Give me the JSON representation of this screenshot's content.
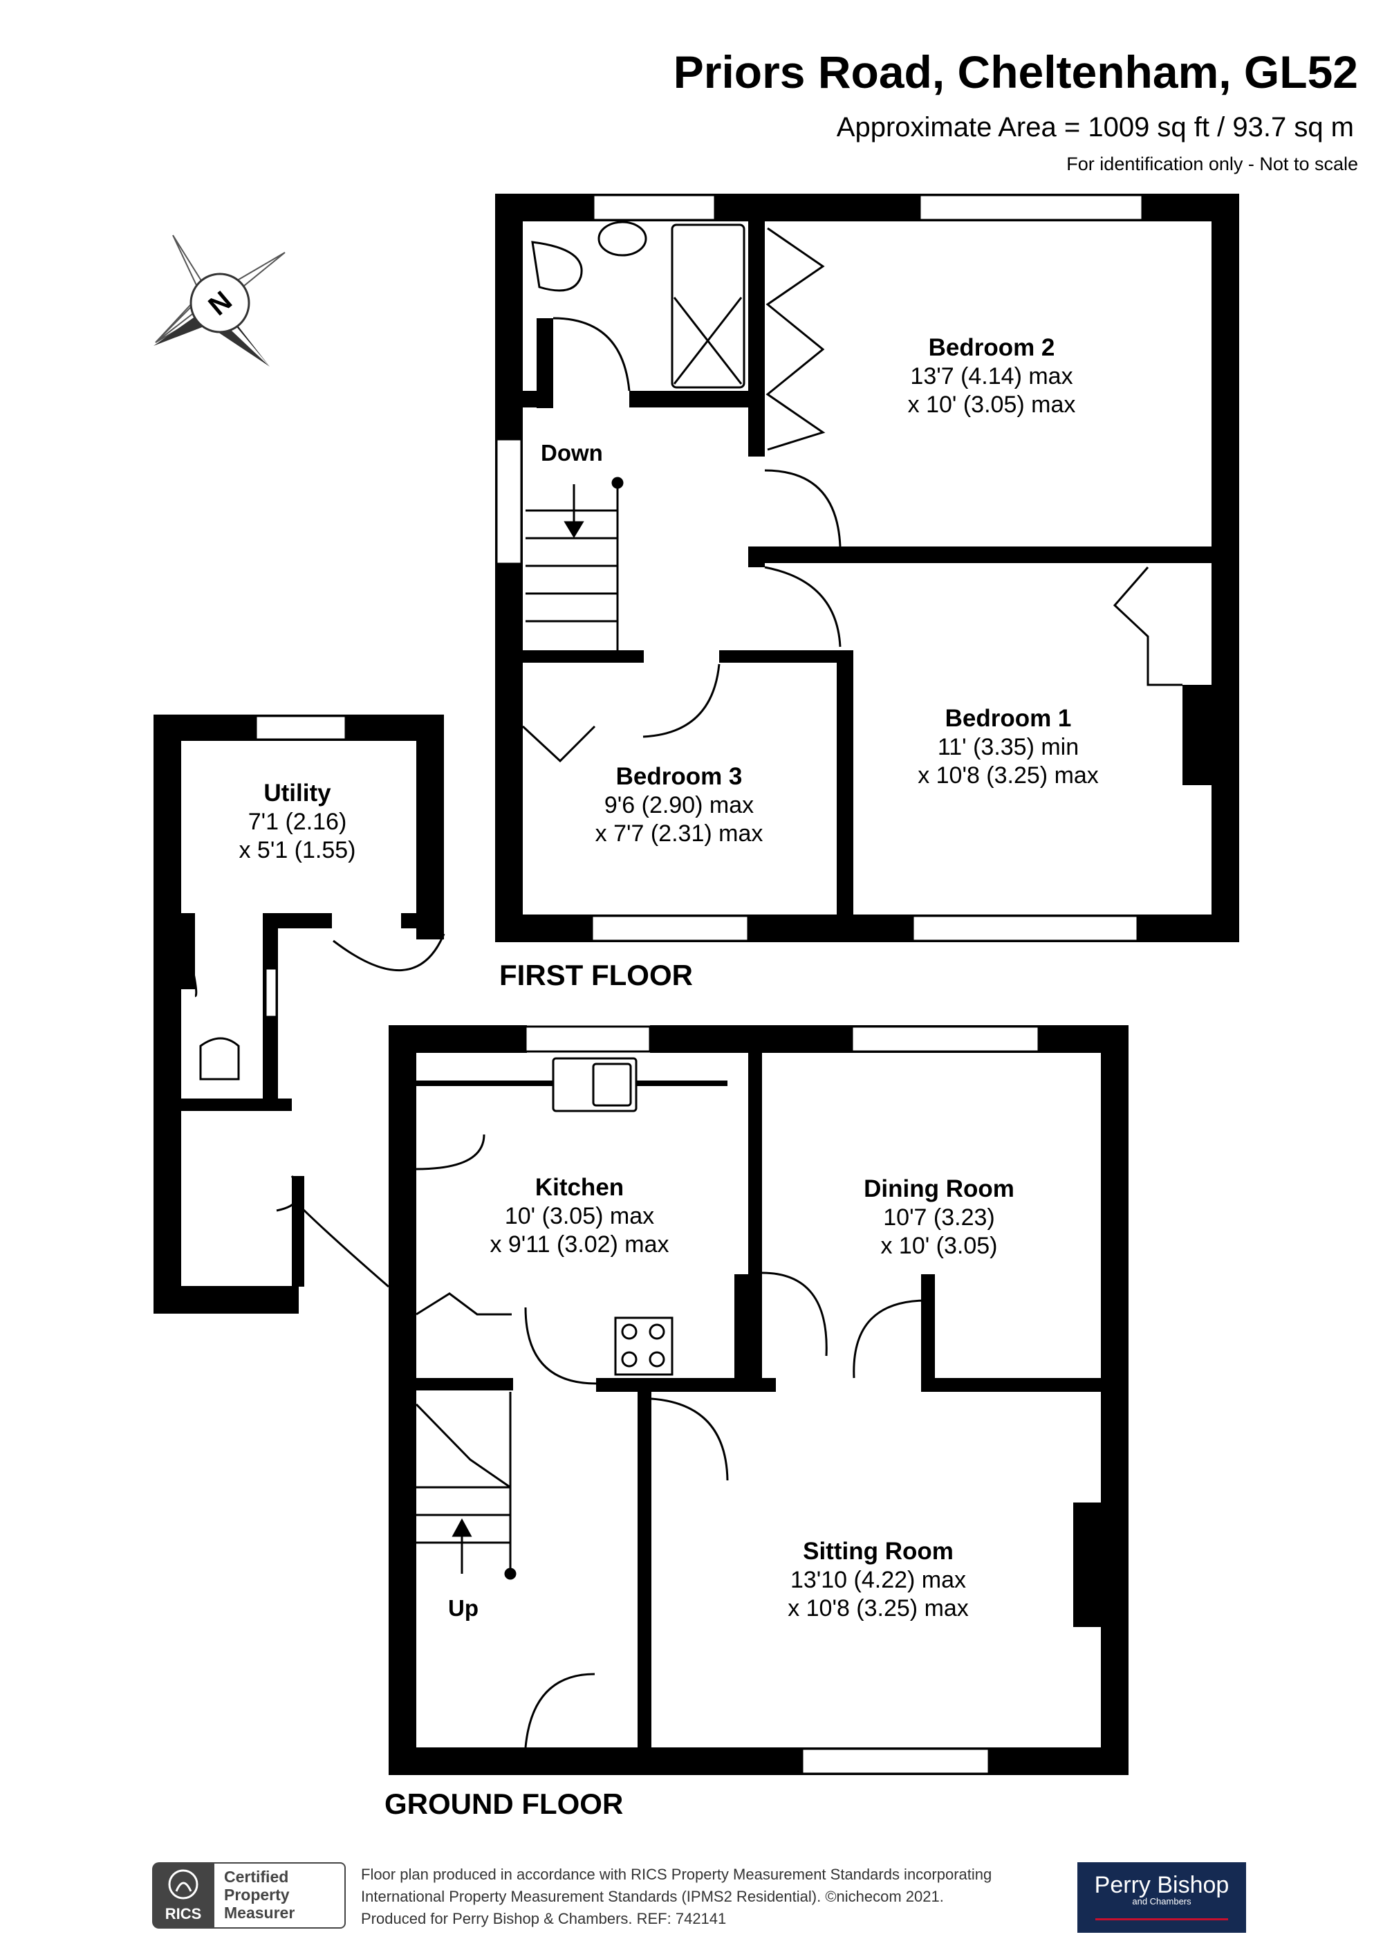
{
  "header": {
    "title": "Priors Road, Cheltenham, GL52",
    "area": "Approximate Area = 1009 sq ft / 93.7 sq m",
    "scale_note": "For identification only - Not to scale"
  },
  "compass": {
    "label": "N"
  },
  "floors": {
    "first": "FIRST FLOOR",
    "ground": "GROUND FLOOR"
  },
  "rooms": {
    "bedroom2": {
      "name": "Bedroom 2",
      "dim1": "13'7 (4.14) max",
      "dim2": "x 10' (3.05) max"
    },
    "bedroom1": {
      "name": "Bedroom 1",
      "dim1": "11' (3.35) min",
      "dim2": "x 10'8 (3.25) max"
    },
    "bedroom3": {
      "name": "Bedroom 3",
      "dim1": "9'6 (2.90) max",
      "dim2": "x 7'7 (2.31) max"
    },
    "utility": {
      "name": "Utility",
      "dim1": "7'1 (2.16)",
      "dim2": "x 5'1 (1.55)"
    },
    "kitchen": {
      "name": "Kitchen",
      "dim1": "10' (3.05) max",
      "dim2": "x 9'11 (3.02) max"
    },
    "dining": {
      "name": "Dining Room",
      "dim1": "10'7 (3.23)",
      "dim2": "x 10' (3.05)"
    },
    "sitting": {
      "name": "Sitting Room",
      "dim1": "13'10 (4.22) max",
      "dim2": "x 10'8 (3.25) max"
    }
  },
  "stairs": {
    "down": "Down",
    "up": "Up"
  },
  "footer": {
    "rics_logo": "RICS",
    "badge": [
      "Certified",
      "Property",
      "Measurer"
    ],
    "line1": "Floor plan produced in accordance with RICS Property Measurement Standards incorporating",
    "line2": "International Property Measurement Standards (IPMS2 Residential).  ©nichecom 2021.",
    "line3": "Produced for Perry Bishop & Chambers.   REF:  742141",
    "agent_name": "Perry Bishop",
    "agent_sub": "and Chambers"
  }
}
